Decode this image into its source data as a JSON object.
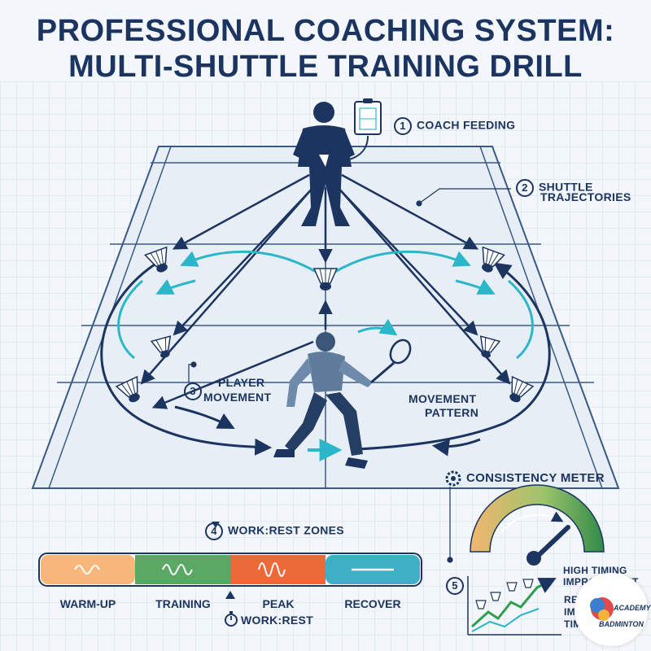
{
  "title": {
    "line1": "PROFESSIONAL COACHING SYSTEM:",
    "line2": "MULTI-SHUTTLE TRAINING DRILL"
  },
  "callouts": {
    "coach": {
      "number": "1",
      "text": "COACH FEEDING"
    },
    "trajectories": {
      "number": "2",
      "line1": "SHUTTLE",
      "line2": "TRAJECTORIES"
    },
    "player": {
      "number": "3",
      "line1": "PLAYER",
      "line2": "MOVEMENT"
    },
    "pattern": {
      "line1": "MOVEMENT",
      "line2": "PATTERN"
    },
    "zones": {
      "number": "4",
      "text": "WORK:REST ZONES"
    },
    "meter": {
      "text": "CONSISTENCY METER"
    },
    "timing": {
      "number": "5",
      "line1": "HIGH TIMING",
      "line2": "IMPROVEMENT"
    },
    "repeat": {
      "line1": "REP",
      "line2": "IMP",
      "line3": "TIM"
    }
  },
  "zones": [
    {
      "label": "WARM-UP",
      "color": "#f7b77a"
    },
    {
      "label": "TRAINING",
      "color": "#5aa864"
    },
    {
      "label": "PEAK",
      "color": "#ec6a3a"
    },
    {
      "label": "RECOVER",
      "color": "#3eafc4"
    }
  ],
  "workrest_label": "WORK:REST",
  "logo": {
    "line1": "ACADEMY",
    "line2": "BADMINTON"
  },
  "colors": {
    "navy": "#1c3560",
    "teal": "#2bb7c9",
    "court": "#e8eef6"
  }
}
